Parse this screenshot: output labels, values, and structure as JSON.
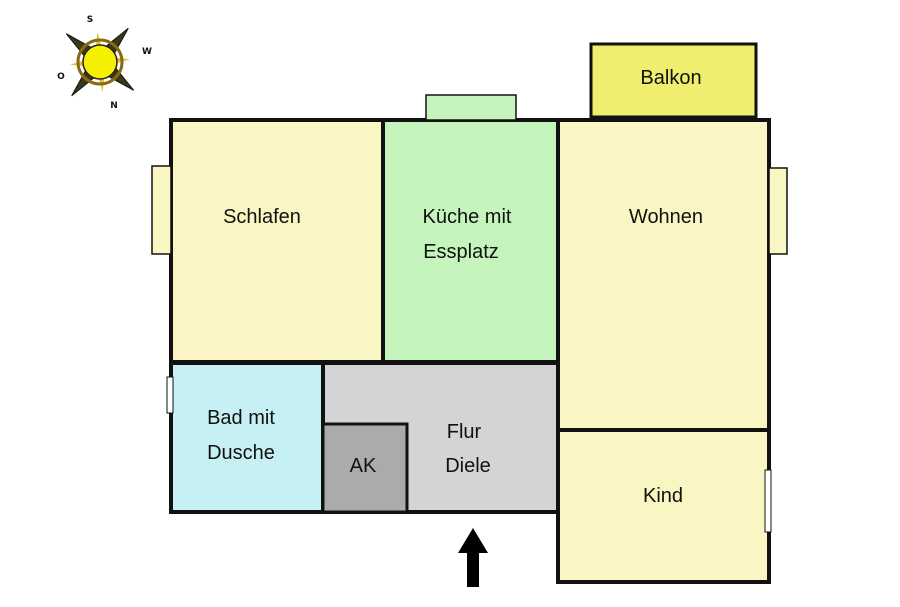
{
  "compass": {
    "icon": "compass-rose-icon",
    "labels": {
      "south": "S",
      "west": "W",
      "east": "O",
      "north": "N"
    }
  },
  "rooms": {
    "balkon": {
      "label": "Balkon",
      "color": "#f0ee6e"
    },
    "schlafen": {
      "label": "Schlafen",
      "color": "#faf6c4"
    },
    "kueche": {
      "line1": "Küche mit",
      "line2": "Essplatz",
      "color": "#c5f5bd"
    },
    "wohnen": {
      "label": "Wohnen",
      "color": "#faf6c4"
    },
    "bad": {
      "line1": "Bad mit",
      "line2": "Dusche",
      "color": "#c6f0f4"
    },
    "ak": {
      "label": "AK",
      "color": "#ababab"
    },
    "flur": {
      "line1": "Flur",
      "line2": "Diele",
      "color": "#d2d4d6"
    },
    "kind": {
      "label": "Kind",
      "color": "#faf6c4"
    }
  },
  "entrance": {
    "icon": "entrance-arrow-icon",
    "color": "#000000"
  },
  "wall_color": "#111111"
}
